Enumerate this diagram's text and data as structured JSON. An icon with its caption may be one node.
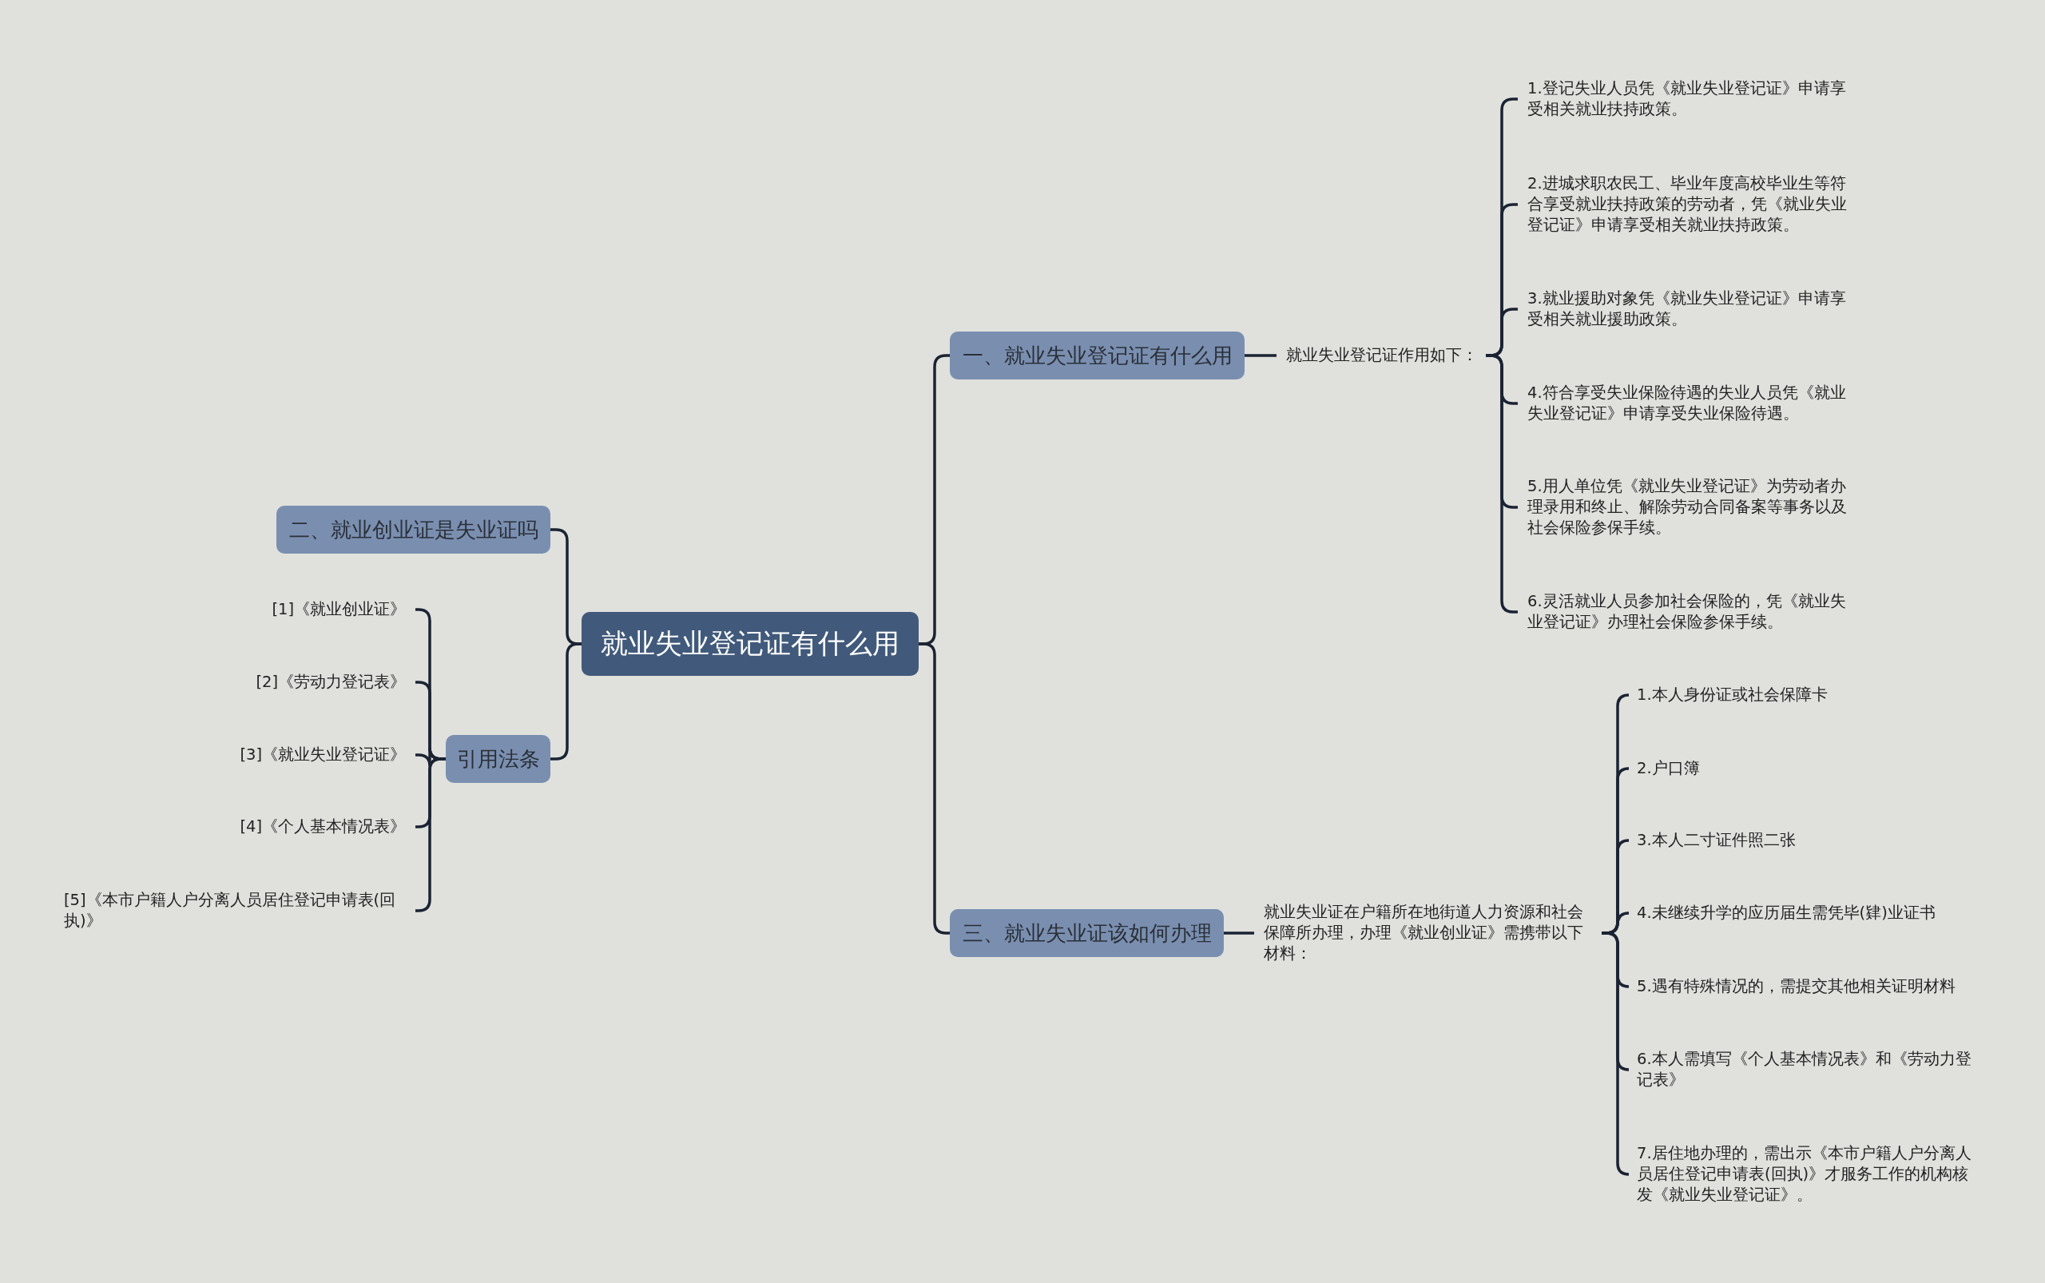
{
  "diagram": {
    "nodes": [
      {
        "text": [
          "就业失业登记证有什么用"
        ]
      },
      {
        "text": [
          "一、就业失业登记证有什么用"
        ]
      },
      {
        "text": [
          "二、就业创业证是失业证吗"
        ]
      },
      {
        "text": [
          "引用法条"
        ]
      },
      {
        "text": [
          "三、就业失业证该如何办理"
        ]
      },
      {
        "text": [
          "就业失业登记证作用如下："
        ]
      },
      {
        "text": [
          "1.登记失业人员凭《就业失业登记证》申请享受相关就业扶持政策。"
        ]
      },
      {
        "text": [
          "2.进城求职农民工、毕业年度高校毕业生等符合享受就业扶持政策的劳动者，凭《就业失业登记证》申请享受相关就业扶持政策。"
        ]
      },
      {
        "text": [
          "3.就业援助对象凭《就业失业登记证》申请享受相关就业援助政策。"
        ]
      },
      {
        "text": [
          "4.符合享受失业保险待遇的失业人员凭《就业失业登记证》申请享受失业保险待遇。"
        ]
      },
      {
        "text": [
          "5.用人单位凭《就业失业登记证》为劳动者办理录用和终止、解除劳动合同备案等事务以及社会保险参保手续。"
        ]
      },
      {
        "text": [
          "6.灵活就业人员参加社会保险的，凭《就业失业登记证》办理社会保险参保手续。"
        ]
      },
      {
        "text": [
          "就业失业证在户籍所在地街道人力资源和社会保障所办理，办理《就业创业证》需携带以下材料："
        ]
      },
      {
        "text": [
          "1.本人身份证或社会保障卡"
        ]
      },
      {
        "text": [
          "2.户口簿"
        ]
      },
      {
        "text": [
          "3.本人二寸证件照二张"
        ]
      },
      {
        "text": [
          "4.未继续升学的应历届生需凭毕(肄)业证书"
        ]
      },
      {
        "text": [
          "5.遇有特殊情况的，需提交其他相关证明材料"
        ]
      },
      {
        "text": [
          "6.本人需填写《个人基本情况表》和《劳动力登记表》"
        ]
      },
      {
        "text": [
          "7.居住地办理的，需出示《本市户籍人户分离人员居住登记申请表(回执)》才服务工作的机构核发《就业失业登记证》。"
        ]
      },
      {
        "text": [
          "[1]《就业创业证》"
        ]
      },
      {
        "text": [
          "[2]《劳动力登记表》"
        ]
      },
      {
        "text": [
          "[3]《就业失业登记证》"
        ]
      },
      {
        "text": [
          "[4]《个人基本情况表》"
        ]
      },
      {
        "text": [
          "[5]《本市户籍人户分离人员居住登记申请表(回执)》"
        ]
      }
    ],
    "edges": [
      {
        "from": 0,
        "to": 1,
        "arrow": "none"
      },
      {
        "from": 0,
        "to": 2,
        "arrow": "none"
      },
      {
        "from": 0,
        "to": 3,
        "arrow": "none"
      },
      {
        "from": 0,
        "to": 4,
        "arrow": "none"
      },
      {
        "from": 1,
        "to": 5,
        "arrow": "none"
      },
      {
        "from": 5,
        "to": 6,
        "arrow": "none"
      },
      {
        "from": 5,
        "to": 7,
        "arrow": "none"
      },
      {
        "from": 5,
        "to": 8,
        "arrow": "none"
      },
      {
        "from": 5,
        "to": 9,
        "arrow": "none"
      },
      {
        "from": 5,
        "to": 10,
        "arrow": "none"
      },
      {
        "from": 5,
        "to": 11,
        "arrow": "none"
      },
      {
        "from": 4,
        "to": 12,
        "arrow": "none"
      },
      {
        "from": 12,
        "to": 13,
        "arrow": "none"
      },
      {
        "from": 12,
        "to": 14,
        "arrow": "none"
      },
      {
        "from": 12,
        "to": 15,
        "arrow": "none"
      },
      {
        "from": 12,
        "to": 16,
        "arrow": "none"
      },
      {
        "from": 12,
        "to": 17,
        "arrow": "none"
      },
      {
        "from": 12,
        "to": 18,
        "arrow": "none"
      },
      {
        "from": 12,
        "to": 19,
        "arrow": "none"
      },
      {
        "from": 3,
        "to": 20,
        "arrow": "none"
      },
      {
        "from": 3,
        "to": 21,
        "arrow": "none"
      },
      {
        "from": 3,
        "to": 22,
        "arrow": "none"
      },
      {
        "from": 3,
        "to": 23,
        "arrow": "none"
      },
      {
        "from": 3,
        "to": 24,
        "arrow": "none"
      }
    ]
  }
}
